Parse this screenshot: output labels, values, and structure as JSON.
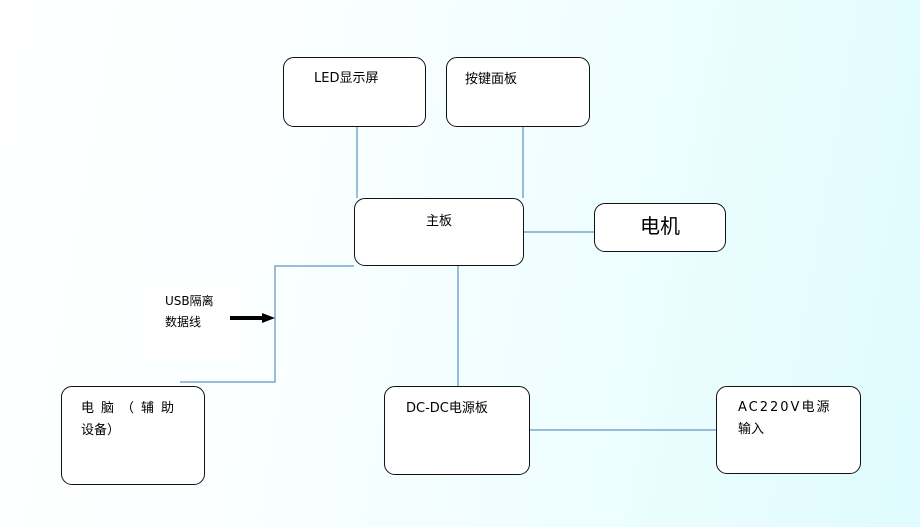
{
  "diagram": {
    "nodes": {
      "led_display": "LED显示屏",
      "key_panel": "按键面板",
      "mainboard": "主板",
      "motor": "电机",
      "usb_cable": {
        "line1": "USB隔离",
        "line2": "数据线"
      },
      "computer": {
        "line1": "电脑（辅助",
        "line2": "设备）"
      },
      "dcdc_board": "DC-DC电源板",
      "ac_input": {
        "line1": "AC220V电源",
        "line2": "输入"
      }
    },
    "colors": {
      "connector": "#7aa6c8",
      "box_border": "#111111",
      "arrow": "#000000",
      "background_right": "#dffbfd"
    }
  }
}
